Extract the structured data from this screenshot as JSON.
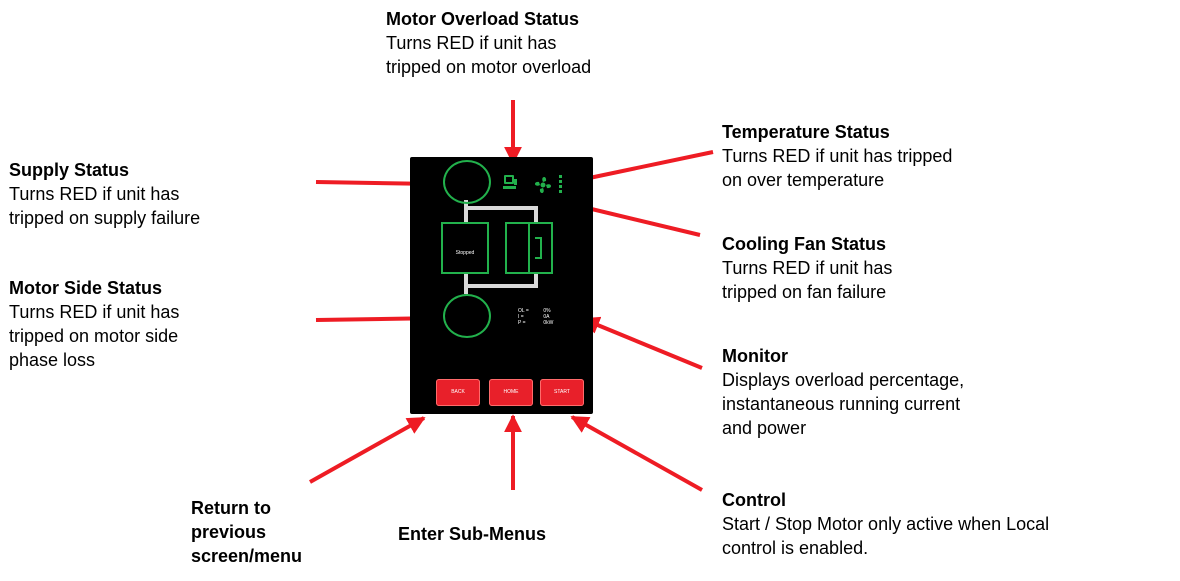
{
  "annotations": {
    "motor_overload": {
      "title": "Motor Overload Status",
      "desc": "Turns RED if unit has\ntripped on motor overload"
    },
    "temperature": {
      "title": "Temperature Status",
      "desc": "Turns RED if unit has tripped\non over temperature"
    },
    "supply": {
      "title": "Supply Status",
      "desc": "Turns RED if unit has\ntripped on supply failure"
    },
    "cooling_fan": {
      "title": "Cooling Fan Status",
      "desc": "Turns RED if unit has\ntripped on fan failure"
    },
    "motor_side": {
      "title": "Motor Side Status",
      "desc": "Turns RED if unit has\ntripped on motor side\nphase loss"
    },
    "monitor": {
      "title": "Monitor",
      "desc": "Displays overload percentage,\ninstantaneous running current\nand power"
    },
    "control": {
      "title": "Control",
      "desc": "Start / Stop Motor only active when Local\ncontrol is enabled."
    },
    "return": {
      "title": "Return to\nprevious\nscreen/menu"
    },
    "enter": {
      "title": "Enter Sub-Menus"
    }
  },
  "device": {
    "stopped_label": "Stopped",
    "monitor": {
      "ol_label": "OL =",
      "ol_value": "0%",
      "i_label": "I =",
      "i_value": "0A",
      "p_label": "P =",
      "p_value": "0kW"
    },
    "buttons": {
      "back": "BACK",
      "home": "HOME",
      "start": "START"
    }
  },
  "colors": {
    "ok_green": "#22b14c",
    "button_red": "#e8202a",
    "arrow_red": "#ee1c24",
    "screen_bg": "#000000"
  }
}
